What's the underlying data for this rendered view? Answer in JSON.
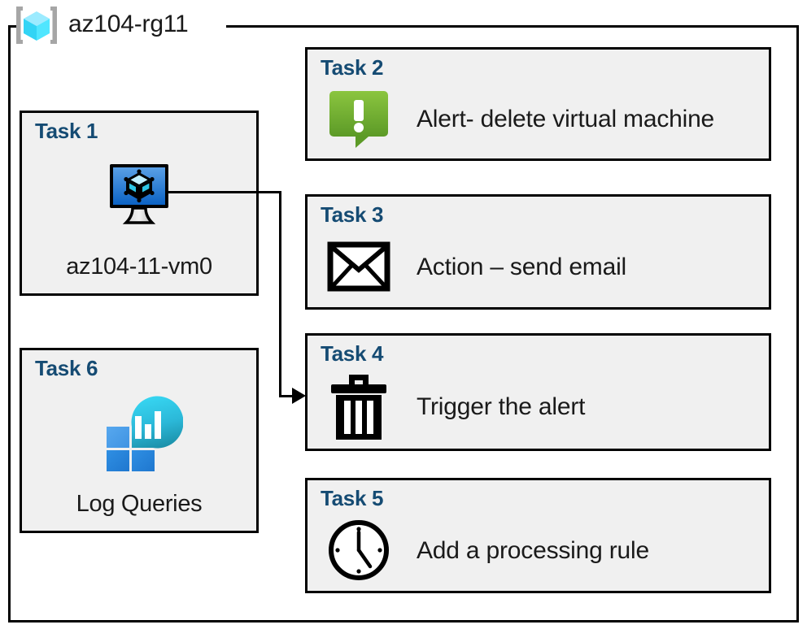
{
  "resource_group": {
    "icon": "azure-resource-group-icon",
    "name": "az104-rg11"
  },
  "left_column": [
    {
      "id": "task-1",
      "title": "Task 1",
      "icon": "virtual-machine-icon",
      "label": "az104-11-vm0"
    },
    {
      "id": "task-6",
      "title": "Task 6",
      "icon": "log-analytics-queries-icon",
      "label": "Log Queries"
    }
  ],
  "right_column": [
    {
      "id": "task-2",
      "title": "Task 2",
      "icon": "alert-exclamation-bubble-icon",
      "label": "Alert- delete virtual machine"
    },
    {
      "id": "task-3",
      "title": "Task 3",
      "icon": "envelope-icon",
      "label": "Action – send email"
    },
    {
      "id": "task-4",
      "title": "Task 4",
      "icon": "trash-can-icon",
      "label": "Trigger the alert"
    },
    {
      "id": "task-5",
      "title": "Task 5",
      "icon": "clock-icon",
      "label": "Add a processing rule"
    }
  ],
  "connector": {
    "from": "task-1",
    "to": "task-4",
    "arrow": "arrow-head-right"
  },
  "colors": {
    "task_title": "#154b73",
    "card_fill": "#f0f0f0",
    "card_border": "#000000",
    "alert_green_light": "#82c341",
    "alert_green_dark": "#5c9a27",
    "vm_blue_light": "#5aa0e6",
    "vm_blue_dark": "#0b62c4",
    "rg_cube_cyan": "#50e6ff",
    "rg_bracket_gray": "#a6a6a6",
    "monitor_cyan": "#32d4f5",
    "monitor_teal": "#1b8fa8",
    "monitor_square_light": "#4aa0ea",
    "monitor_square_dark": "#2383da",
    "text": "#1a1a1a"
  }
}
